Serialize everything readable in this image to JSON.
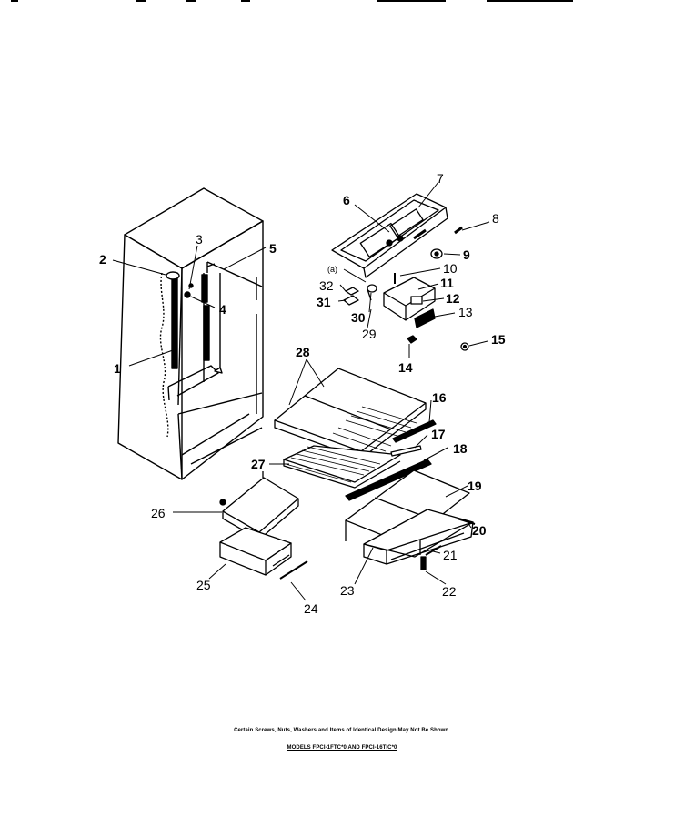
{
  "callouts": {
    "c1": "1",
    "c2": "2",
    "c3": "3",
    "c4": "4",
    "c5": "5",
    "c6": "6",
    "c7": "7",
    "c8": "8",
    "c9": "9",
    "c10": "10",
    "c11": "11",
    "c12": "12",
    "c13": "13",
    "c14": "14",
    "c15": "15",
    "c16": "16",
    "c17": "17",
    "c18": "18",
    "c19": "19",
    "c20": "20",
    "c21": "21",
    "c22": "22",
    "c23": "23",
    "c24": "24",
    "c25": "25",
    "c26": "26",
    "c27": "27",
    "c28": "28",
    "c29": "29",
    "c30": "30",
    "c31": "31",
    "c32": "32",
    "ca": "(a)"
  },
  "footer": {
    "note": "Certain Screws, Nuts, Washers and Items of Identical Design May Not Be Shown.",
    "models": "MODELS FPCI-1FTC*0 AND FPCI-16TIC*0"
  }
}
